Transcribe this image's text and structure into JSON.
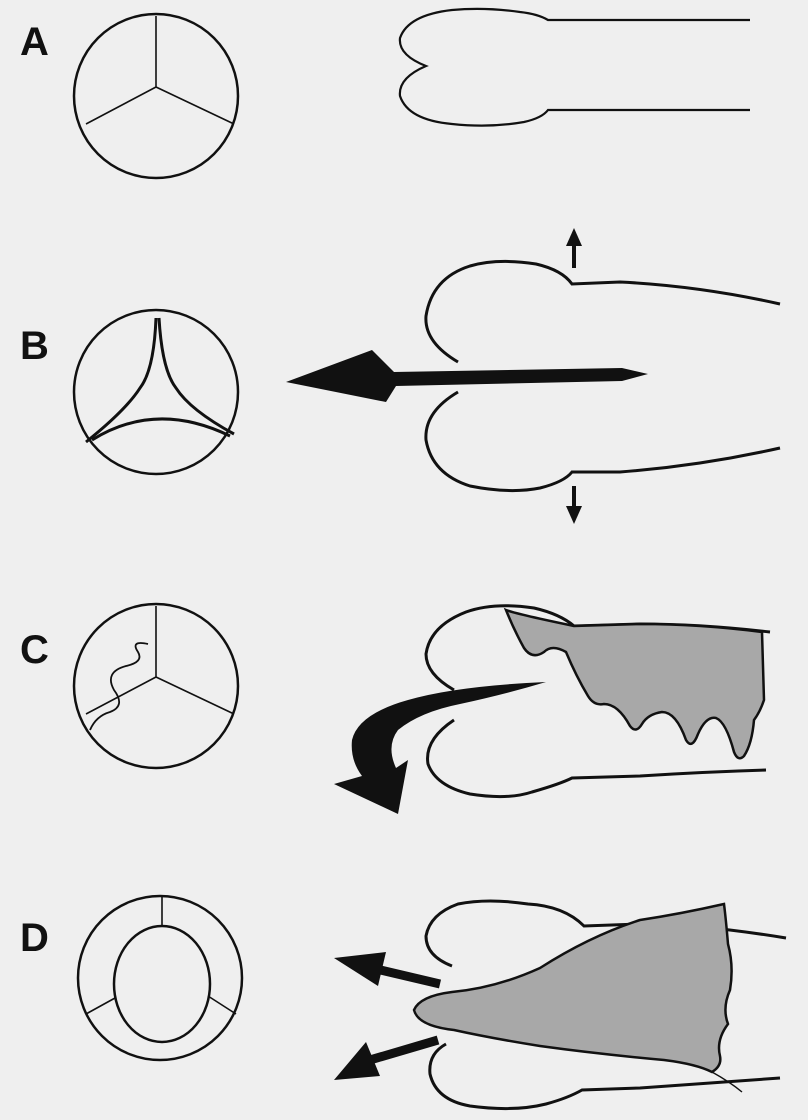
{
  "panels": [
    {
      "label": "A"
    },
    {
      "label": "B"
    },
    {
      "label": "C"
    },
    {
      "label": "D"
    }
  ],
  "colors": {
    "background": "#efefef",
    "stroke": "#111111",
    "shaded": "#a8a8a8",
    "arrow": "#111111"
  }
}
